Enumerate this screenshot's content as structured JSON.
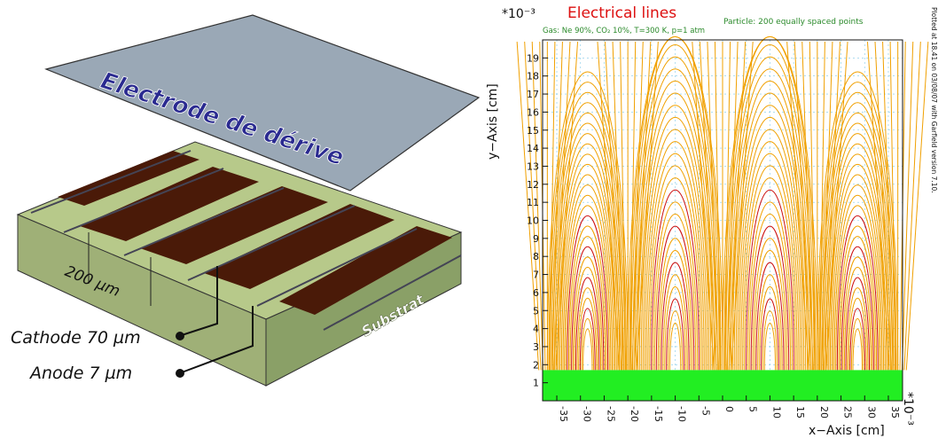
{
  "left_diagram": {
    "electrode_label": "Electrode de dérive",
    "pitch_label": "200 µm",
    "substrate_label": "Substrat",
    "cathode_label": "Cathode 70 µm",
    "anode_label": "Anode 7 µm"
  },
  "right_plot": {
    "title": "Electrical lines",
    "particle_note": "Particle: 200 equally spaced points",
    "gas_note": "Gas: Ne 90%, CO₂ 10%, T=300 K, p=1 atm",
    "side_note": "Plotted at 18.41 on 03/08/07 with Garfield version 7.10.",
    "y_axis_title": "y−Axis [cm]",
    "x_axis_title": "x−Axis [cm]",
    "y_scale": "*10⁻³",
    "x_scale": "*10⁻³",
    "y_ticks": [
      "1",
      "2",
      "3",
      "4",
      "5",
      "6",
      "7",
      "8",
      "9",
      "10",
      "11",
      "12",
      "13",
      "14",
      "15",
      "16",
      "17",
      "18",
      "19"
    ],
    "x_ticks": [
      "-35",
      "-30",
      "-25",
      "-20",
      "-15",
      "-10",
      "-5",
      "0",
      "5",
      "10",
      "15",
      "20",
      "25",
      "30",
      "35"
    ],
    "colors": {
      "title": "#dd1111",
      "notes": "#2a8a2a",
      "substrate": "#22ee22",
      "field_lines": "#f0a000",
      "strong_lines": "#cc1111"
    }
  },
  "chart_data": {
    "type": "line",
    "title": "Electrical lines",
    "xlabel": "x−Axis [cm]",
    "ylabel": "y−Axis [cm]",
    "xlim": [
      -38,
      38
    ],
    "ylim": [
      0,
      20
    ],
    "units_scale": "1e-3",
    "substrate_top": 1.7,
    "anode_positions": [
      -37,
      -20,
      0,
      20,
      37
    ],
    "cathode_centers": [
      -30,
      -10,
      10,
      30
    ],
    "grid": true
  }
}
